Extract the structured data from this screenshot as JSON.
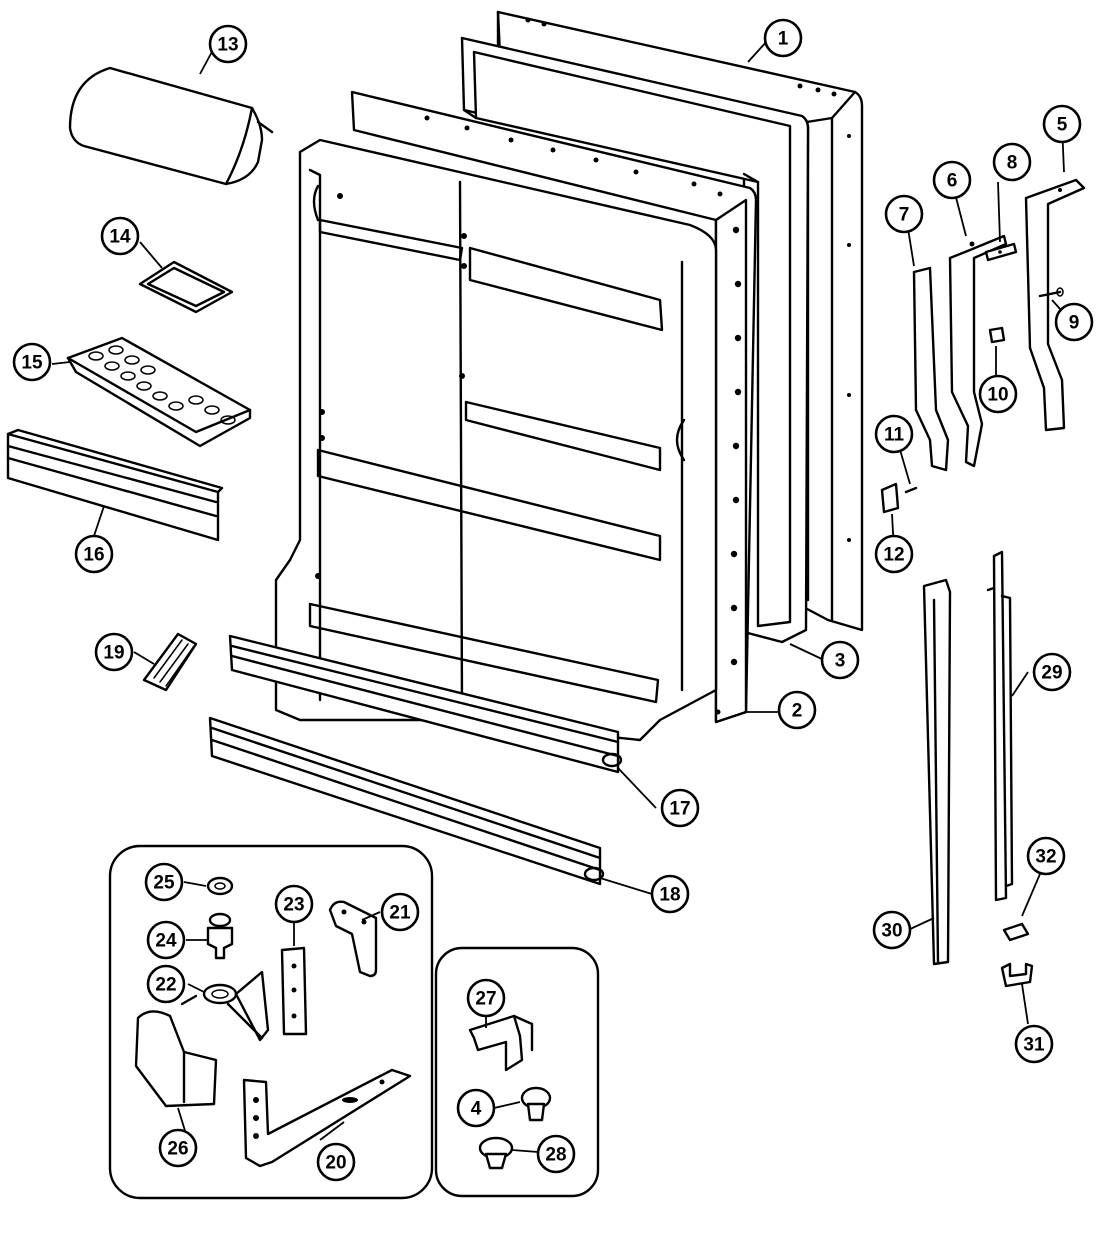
{
  "callouts": [
    {
      "label": "1"
    },
    {
      "label": "2"
    },
    {
      "label": "3"
    },
    {
      "label": "4"
    },
    {
      "label": "5"
    },
    {
      "label": "6"
    },
    {
      "label": "7"
    },
    {
      "label": "8"
    },
    {
      "label": "9"
    },
    {
      "label": "10"
    },
    {
      "label": "11"
    },
    {
      "label": "12"
    },
    {
      "label": "13"
    },
    {
      "label": "14"
    },
    {
      "label": "15"
    },
    {
      "label": "16"
    },
    {
      "label": "17"
    },
    {
      "label": "18"
    },
    {
      "label": "19"
    },
    {
      "label": "20"
    },
    {
      "label": "21"
    },
    {
      "label": "22"
    },
    {
      "label": "23"
    },
    {
      "label": "24"
    },
    {
      "label": "25"
    },
    {
      "label": "26"
    },
    {
      "label": "27"
    },
    {
      "label": "28"
    },
    {
      "label": "29"
    },
    {
      "label": "30"
    },
    {
      "label": "31"
    },
    {
      "label": "32"
    }
  ]
}
